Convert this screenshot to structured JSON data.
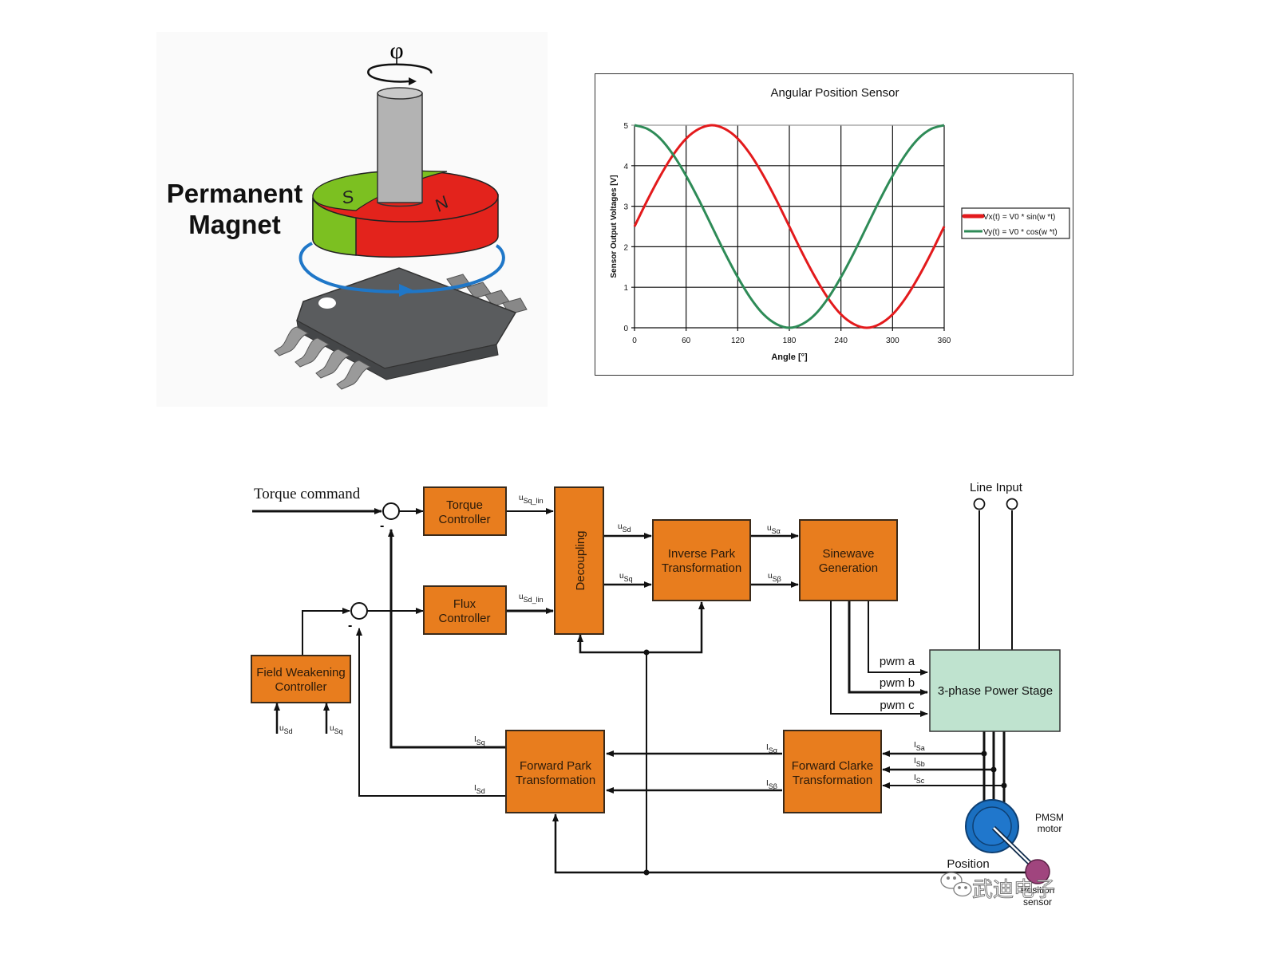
{
  "illustration": {
    "rotation_symbol": "φ",
    "magnet_label_line1": "Permanent",
    "magnet_label_line2": "Magnet",
    "pole_south": "S",
    "pole_north": "N",
    "colors": {
      "south": "#7cc021",
      "north": "#e3231c",
      "shaft": "#b3b3b3",
      "chip": "#5a5c5e",
      "field_ring": "#1f77c8"
    }
  },
  "chart_data": {
    "type": "line",
    "title": "Angular Position Sensor",
    "xlabel": "Angle [°]",
    "ylabel": "Sensor Output Voltages [V]",
    "xlim": [
      0,
      360
    ],
    "ylim": [
      0,
      5
    ],
    "xticks": [
      0,
      60,
      120,
      180,
      240,
      300,
      360
    ],
    "yticks": [
      0,
      1,
      2,
      3,
      4,
      5
    ],
    "grid": true,
    "legend_position": "right",
    "series": [
      {
        "name": "Vx(t) = V0 * sin(w *t)",
        "color": "#e31a1c",
        "x": [
          0,
          15,
          30,
          45,
          60,
          75,
          90,
          105,
          120,
          135,
          150,
          165,
          180,
          195,
          210,
          225,
          240,
          255,
          270,
          285,
          300,
          315,
          330,
          345,
          360
        ],
        "y": [
          2.5,
          3.15,
          3.75,
          4.27,
          4.67,
          4.91,
          5.0,
          4.91,
          4.67,
          4.27,
          3.75,
          3.15,
          2.5,
          1.85,
          1.25,
          0.73,
          0.33,
          0.09,
          0.0,
          0.09,
          0.33,
          0.73,
          1.25,
          1.85,
          2.5
        ]
      },
      {
        "name": "Vy(t) = V0 * cos(w *t)",
        "color": "#2e8b57",
        "x": [
          0,
          15,
          30,
          45,
          60,
          75,
          90,
          105,
          120,
          135,
          150,
          165,
          180,
          195,
          210,
          225,
          240,
          255,
          270,
          285,
          300,
          315,
          330,
          345,
          360
        ],
        "y": [
          5.0,
          4.91,
          4.67,
          4.27,
          3.75,
          3.15,
          2.5,
          1.85,
          1.25,
          0.73,
          0.33,
          0.09,
          0.0,
          0.09,
          0.33,
          0.73,
          1.25,
          1.85,
          2.5,
          3.15,
          3.75,
          4.27,
          4.67,
          4.91,
          5.0
        ]
      }
    ]
  },
  "diagram": {
    "colors": {
      "block": "#e87d1e",
      "block_border": "#3a2a1a",
      "power_stage": "#bfe3cf",
      "motor": "#1a6fc0",
      "sensor": "#a0457e",
      "wire": "#111111"
    },
    "torque_command": "Torque command",
    "minus_sign": "-",
    "blocks": {
      "torque_controller": [
        "Torque",
        "Controller"
      ],
      "flux_controller": [
        "Flux",
        "Controller"
      ],
      "decoupling": "Decoupling",
      "inverse_park": [
        "Inverse Park",
        "Transformation"
      ],
      "sinewave": [
        "Sinewave",
        "Generation"
      ],
      "field_weakening": [
        "Field Weakening",
        "Controller"
      ],
      "forward_park": [
        "Forward Park",
        "Transformation"
      ],
      "forward_clarke": [
        "Forward Clarke",
        "Transformation"
      ],
      "power_stage": "3-phase Power Stage"
    },
    "signals": {
      "usq_lin": {
        "base": "u",
        "sub": "Sq_lin"
      },
      "usd_lin": {
        "base": "u",
        "sub": "Sd_lin"
      },
      "usd": {
        "base": "u",
        "sub": "Sd"
      },
      "usq": {
        "base": "u",
        "sub": "Sq"
      },
      "usalpha": {
        "base": "u",
        "sub": "Sα"
      },
      "usbeta": {
        "base": "u",
        "sub": "Sβ"
      },
      "fw_usd": {
        "base": "u",
        "sub": "Sd"
      },
      "fw_usq": {
        "base": "u",
        "sub": "Sq"
      },
      "isq": {
        "base": "I",
        "sub": "Sq"
      },
      "isd": {
        "base": "I",
        "sub": "Sd"
      },
      "isalpha": {
        "base": "I",
        "sub": "Sα"
      },
      "isbeta": {
        "base": "I",
        "sub": "Sβ"
      },
      "isa": {
        "base": "I",
        "sub": "Sa"
      },
      "isb": {
        "base": "I",
        "sub": "Sb"
      },
      "isc": {
        "base": "I",
        "sub": "Sc"
      }
    },
    "pwm_a": "pwm a",
    "pwm_b": "pwm b",
    "pwm_c": "pwm c",
    "line_input": "Line Input",
    "motor_label": [
      "PMSM",
      "motor"
    ],
    "position_label": "Position",
    "sensor_label": [
      "Position",
      "sensor"
    ]
  },
  "watermark": {
    "text": "武迪电子",
    "icon": "wechat-icon"
  }
}
